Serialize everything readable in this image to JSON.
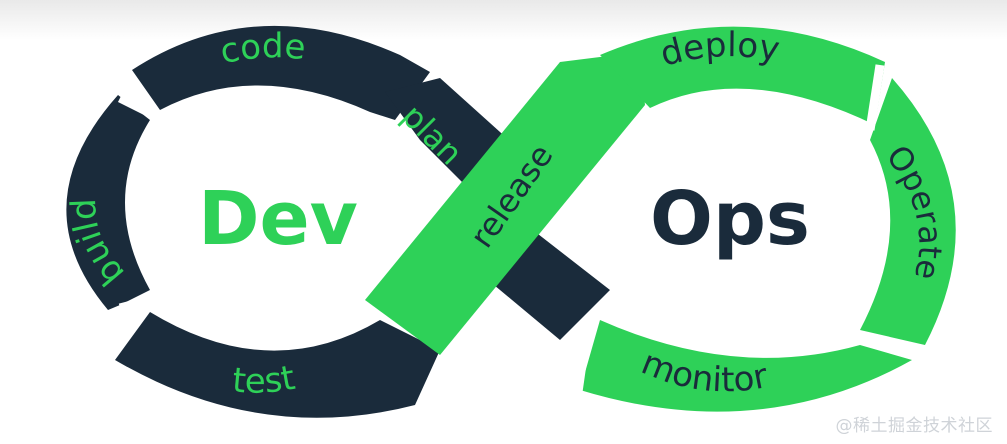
{
  "diagram": {
    "dev_label": "Dev",
    "ops_label": "Ops",
    "stages": {
      "code": "code",
      "build": "build",
      "test": "test",
      "plan": "plan",
      "release": "release",
      "deploy": "deploy",
      "operate": "Operate",
      "monitor": "monitor"
    }
  },
  "colors": {
    "dark": "#1a2b3b",
    "green": "#2ed158",
    "white": "#ffffff",
    "dark_text": "#1a2b3b",
    "green_text": "#2ed158"
  },
  "watermark": "@稀土掘金技术社区"
}
